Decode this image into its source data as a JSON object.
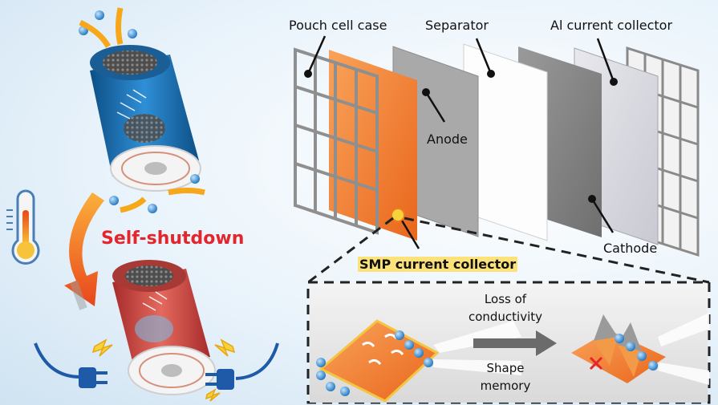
{
  "labels": {
    "pouch_cell_case": "Pouch cell case",
    "separator": "Separator",
    "al_current_collector": "Al current collector",
    "anode": "Anode",
    "cathode": "Cathode",
    "self_shutdown": "Self-shutdown",
    "smp_current_collector": "SMP current collector",
    "loss_of_conductivity": [
      "Loss of",
      "conductivity"
    ],
    "shape_memory": [
      "Shape",
      "memory"
    ]
  },
  "colors": {
    "accent_red": "#e3262c",
    "copper_orange": "#f0792a",
    "battery_blue": "#1e73b5",
    "battery_red": "#d9534f",
    "ion_blue": "#2f8fd6",
    "arrow_orange": "#f07a1c",
    "highlight_yellow": "#f8d23b"
  },
  "icons": [
    "thermometer-icon",
    "plug-icon",
    "spark-icon",
    "cross-mark-icon"
  ]
}
